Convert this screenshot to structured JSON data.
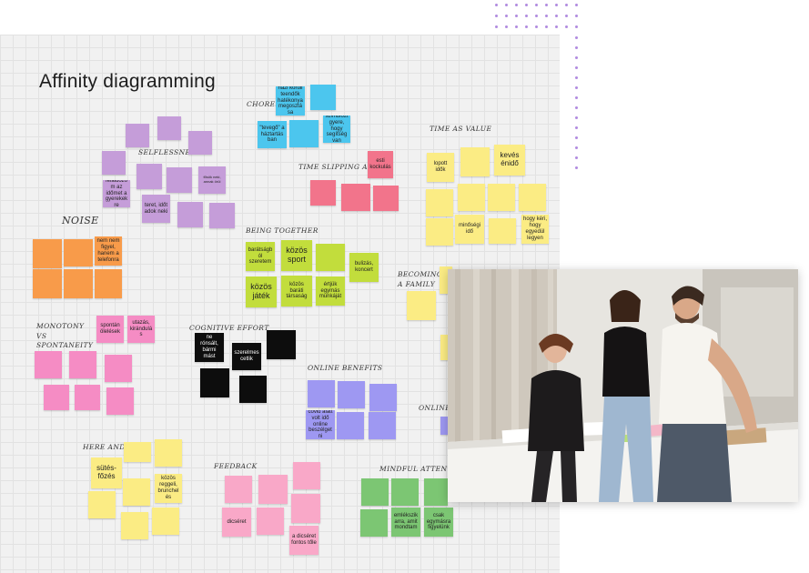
{
  "board": {
    "title": "Affinity diagramming",
    "labels": {
      "chores": "CHORES",
      "selflessness": "SELFLESSNESS",
      "time_as_value": "TIME AS VALUE",
      "time_slipping": "TIME SLIPPING AWAY",
      "noise": "NOISE",
      "being_together": "BEING TOGETHER",
      "becoming_family": "BECOMING A FAMILY",
      "monotony": "MONOTONY VS SPONTANEITY",
      "cognitive_effort": "COGNITIVE EFFORT",
      "online_benefits": "ONLINE BENEFITS",
      "online_a": "ONLINE A",
      "here_and_now": "HERE AND NOW",
      "feedback": "FEEDBACK",
      "mindful_attention": "MINDFUL ATTENTION"
    },
    "notes": {
      "n1": "házi körüli teendők hatékonya megosztása",
      "n2": "",
      "n3": "\"tevegő\" a háztartásban",
      "n4": "",
      "n5": "szimbiózt gyere, hogy segítség van",
      "n6": "",
      "n7": "",
      "n8": "",
      "n9": "",
      "n10": "",
      "n11": "",
      "n12": "",
      "n13": "",
      "n14": "feláldozom az időmet a gyerekekre",
      "n15": "",
      "n16": "",
      "n17": "fősök neki, annak örül",
      "n18": "",
      "n19": "teret, időt adok neki",
      "n20": "",
      "n21": "",
      "n22": "esti kockulás",
      "n23": "",
      "n24": "",
      "n25": "",
      "n26": "lopott idők",
      "n27": "",
      "n28": "kevés énidő",
      "n29": "",
      "n30": "",
      "n31": "",
      "n32": "",
      "n33": "minőségi idő",
      "n34": "",
      "n35": "hogy kéri, hogy egyedül legyen",
      "n36": "",
      "n37": "",
      "n38": "nem nem figyel, hanem a telefonra",
      "n39": "",
      "n40": "",
      "n41": "",
      "n42": "barátságból szeretem",
      "n43": "közös sport",
      "n44": "",
      "n45": "bulizás, koncert",
      "n46": "közös játék",
      "n47": "közös baráti társaság",
      "n48": "értjük egymás munkáját",
      "n49": "",
      "n50": "",
      "n51": "spontán ölelések",
      "n52": "utazás, kirándulás",
      "n53": "",
      "n54": "",
      "n55": "",
      "n56": "",
      "n57": "",
      "n58": "ne rónsált, bármi mást",
      "n59": "",
      "n60": "szerelmes cetlik",
      "n61": "",
      "n62": "",
      "n63": "",
      "n64": "",
      "n65": "",
      "n66": "",
      "n67": "",
      "n68": "",
      "n69": "covid alatt volt idő online beszélgetni",
      "n70": "",
      "n71": "",
      "n72": "",
      "n73": "",
      "n74": "sütés-főzés",
      "n75": "",
      "n76": "",
      "n77": "közös reggeli, brunchelés",
      "n78": "",
      "n79": "",
      "n80": "",
      "n81": "",
      "n82": "",
      "n83": "",
      "n84": "dicséret",
      "n85": "",
      "n86": "",
      "n87": "a dicséret fontos tőle",
      "n88": "",
      "n89": "",
      "n90": "",
      "n91": "",
      "n92": "emlékszik arra, amit mondtam",
      "n93": "csak egymásra figyelünk"
    }
  },
  "photo": {
    "description": ""
  }
}
